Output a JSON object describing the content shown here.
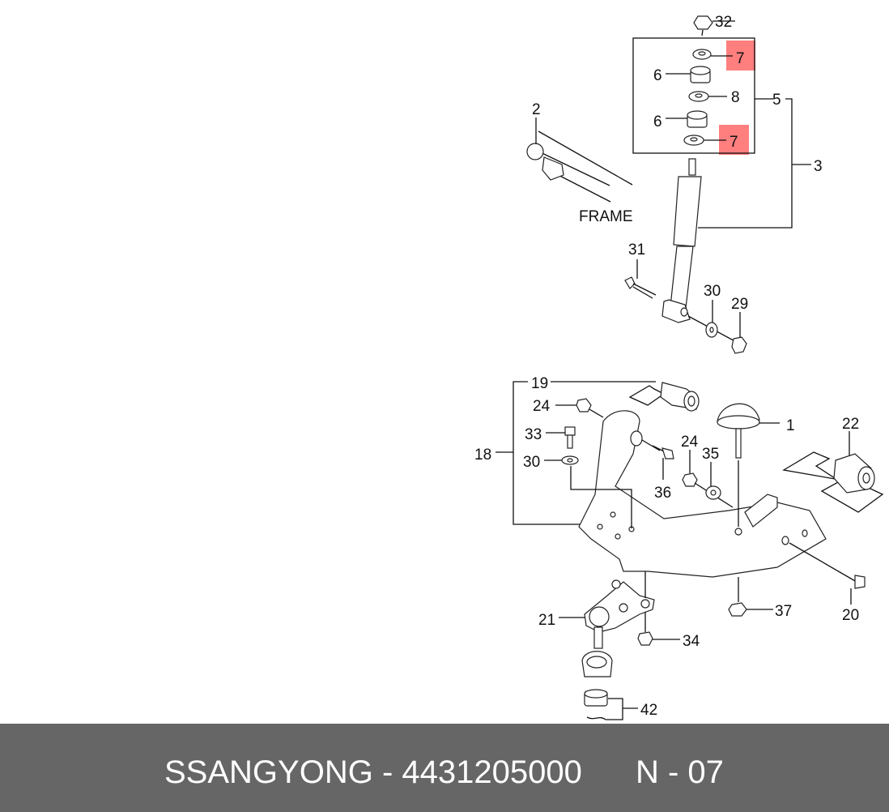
{
  "diagram": {
    "callouts": {
      "c32": "32",
      "c7a": "7",
      "c6a": "6",
      "c8": "8",
      "c5": "5",
      "c6b": "6",
      "c7b": "7",
      "c3": "3",
      "c2": "2",
      "frame": "FRAME",
      "c31": "31",
      "c30a": "30",
      "c29": "29",
      "c19": "19",
      "c24a": "24",
      "c1": "1",
      "c22": "22",
      "c33": "33",
      "c18": "18",
      "c30b": "30",
      "c24b": "24",
      "c35": "35",
      "c36": "36",
      "c37": "37",
      "c20": "20",
      "c21": "21",
      "c34": "34",
      "c42": "42"
    },
    "highlight_color": "#ff7f7f"
  },
  "footer": {
    "brand_part": "SSANGYONG - 4431205000",
    "page_code": "N - 07"
  }
}
